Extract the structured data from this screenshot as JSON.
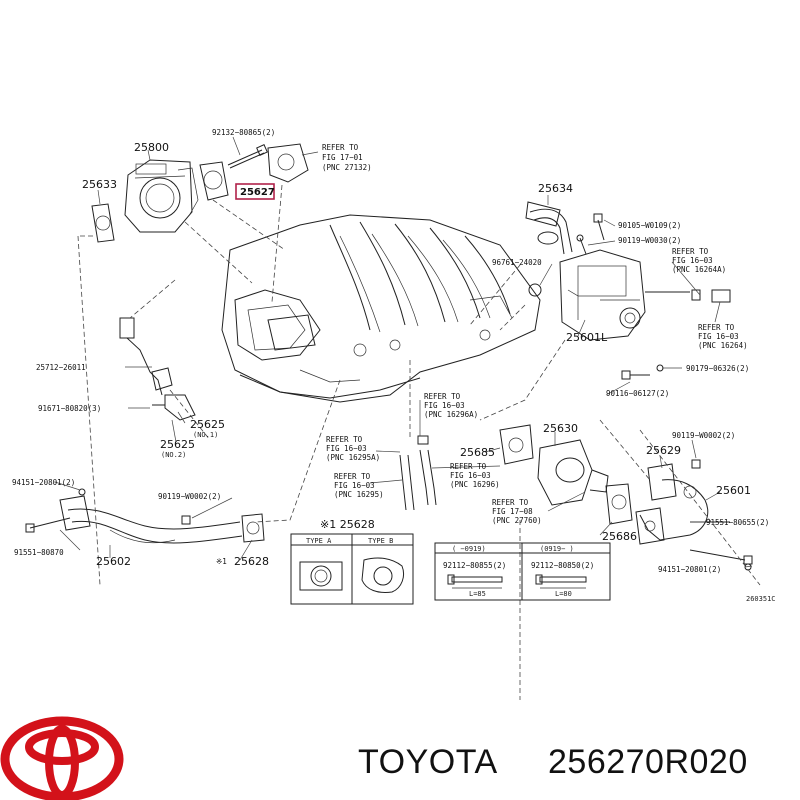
{
  "highlighted_part": "25627",
  "labels": {
    "p25800": "25800",
    "bolt_92132": "92132−80865(2)",
    "refer_27132": [
      "REFER TO",
      "FIG 17−01",
      "(PNC 27132)"
    ],
    "p25633": "25633",
    "p25634": "25634",
    "bolt_90105": "90105−W0109(2)",
    "bolt_90119a": "90119−W0030(2)",
    "ring_96761": "96761−24020",
    "refer_16264a": [
      "REFER TO",
      "FIG 16−03",
      "(PNC 16264A)"
    ],
    "refer_16264": [
      "REFER TO",
      "FIG 16−03",
      "(PNC 16264)"
    ],
    "p25601L": "25601L",
    "bolt_90179": "90179−06326(2)",
    "bolt_90116": "90116−06127(2)",
    "p25712": "25712−26011",
    "bolt_91671": "91671−80820(3)",
    "p25625_no1": [
      "25625",
      "(NO.1)"
    ],
    "p25625_no2": [
      "25625",
      "(NO.2)"
    ],
    "refer_16296a": [
      "REFER TO",
      "FIG 16−03",
      "(PNC 16296A)"
    ],
    "refer_16295a": [
      "REFER TO",
      "FIG 16−03",
      "(PNC 16295A)"
    ],
    "refer_16296": [
      "REFER TO",
      "FIG 16−03",
      "(PNC 16296)"
    ],
    "refer_16295": [
      "REFER TO",
      "FIG 16−03",
      "(PNC 16295)"
    ],
    "p25685": "25685",
    "p25630": "25630",
    "p25629": "25629",
    "bolt_90119b": "90119−W0002(2)",
    "p25601": "25601",
    "bolt_94151a": "94151−20801(2)",
    "bolt_90119c": "90119−W0002(2)",
    "refer_27760": [
      "REFER TO",
      "FIG 17−08",
      "(PNC 27760)"
    ],
    "p25686": "25686",
    "bolt_91551b": "91551−80655(2)",
    "bolt_91551a": "91551−80870",
    "p25602": "25602",
    "p25628": "25628",
    "mark_1": "※1",
    "p25628_hdr": "※1 25628",
    "bolt_94151b": "94151−20801(2)",
    "diagram_code": "260351C"
  },
  "gasket_table": {
    "type_a": "TYPE A",
    "type_b": "TYPE B",
    "col_a_hdr": "(  −0919)",
    "col_b_hdr": "(0919−  )",
    "col_a_part": "92112−80855(2)",
    "col_b_part": "92112−80850(2)",
    "col_a_dim": "L=85",
    "col_b_dim": "L=80"
  },
  "brand": {
    "name": "TOYOTA",
    "part_number": "256270R020",
    "logo_color": "#d3121a"
  }
}
